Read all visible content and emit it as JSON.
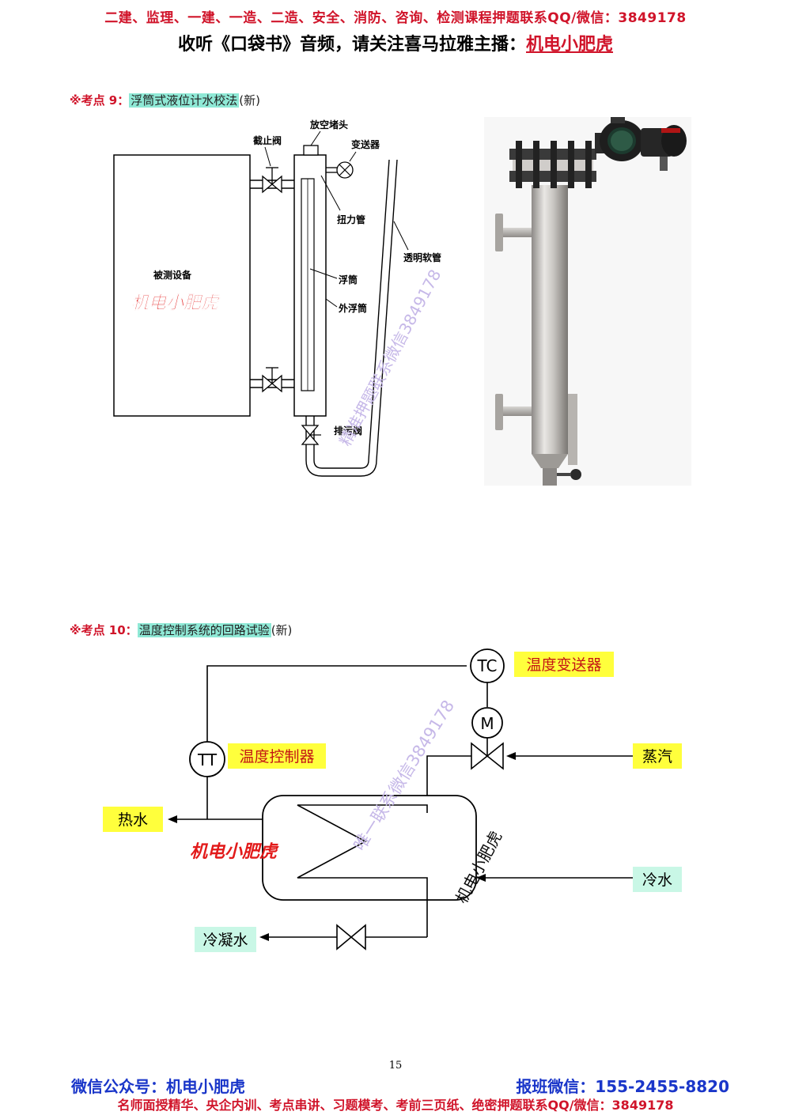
{
  "header": {
    "promo_line": "二建、监理、一建、一造、二造、安全、消防、咨询、检测课程押题联系QQ/微信：3849178",
    "listen_prefix": "收听《口袋书》音频，请关注喜马拉雅主播：",
    "listen_host": "机电小肥虎"
  },
  "section9": {
    "marker": "※考点 9：",
    "title": "浮筒式液位计水校法",
    "suffix": "(新)",
    "labels": {
      "vent_plug": "放空堵头",
      "stop_valve": "截止阀",
      "transmitter": "变送器",
      "torque_tube": "扭力管",
      "clear_hose": "透明软管",
      "measured_equipment": "被测设备",
      "brand": "机电小肥虎",
      "float": "浮筒",
      "outer_float": "外浮筒",
      "drain_valve": "排污阀"
    },
    "watermark": "精准押题联系微信3849178"
  },
  "section10": {
    "marker": "※考点 10：",
    "title": "温度控制系统的回路试验",
    "suffix": "(新)",
    "labels": {
      "tc": "TC",
      "tc_desc": "温度变送器",
      "m": "M",
      "tt": "TT",
      "tt_desc": "温度控制器",
      "steam": "蒸汽",
      "hot_water": "热水",
      "cold_water": "冷水",
      "condensate": "冷凝水",
      "brand_red": "机电小肥虎",
      "brand_green": "机电小肥虎"
    },
    "watermark": "唯一联系微信3849178"
  },
  "page_number": "15",
  "footer": {
    "wechat_account": "微信公众号：机电小肥虎",
    "enroll": "报班微信：155-2455-8820",
    "promo_line": "名师面授精华、央企内训、考点串讲、习题模考、考前三页纸、绝密押题联系QQ/微信：3849178"
  },
  "colors": {
    "promo_red": "#d0142a",
    "title_highlight": "#8fe9d6",
    "label_yellow": "#ffff3c",
    "label_green": "#c9f7e6",
    "footer_blue": "#1a36c9"
  }
}
